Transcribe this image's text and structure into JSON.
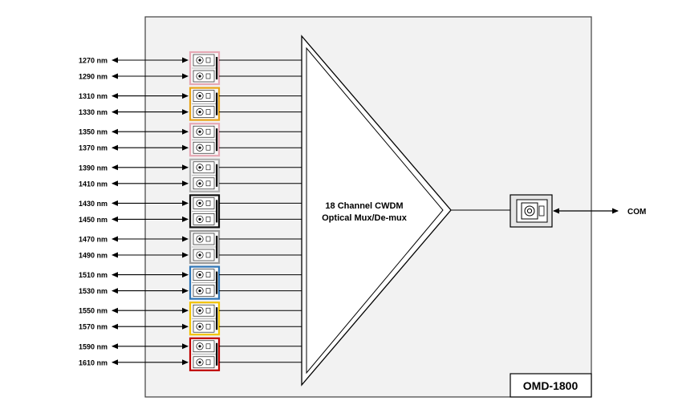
{
  "title": "18 Channel CWDM Optical Mux/De-mux",
  "block_label_line1": "18 Channel CWDM",
  "block_label_line2": "Optical Mux/De-mux",
  "model": "OMD-1800",
  "com_label": "COM",
  "colors": {
    "box_fill": "#f2f2f2",
    "box_stroke": "#404040",
    "line": "#000000"
  },
  "channel_pairs": [
    {
      "top": "1270 nm",
      "bottom": "1290 nm",
      "color": "#e6a8b4"
    },
    {
      "top": "1310 nm",
      "bottom": "1330 nm",
      "color": "#e8a317"
    },
    {
      "top": "1350 nm",
      "bottom": "1370 nm",
      "color": "#e6a8b4"
    },
    {
      "top": "1390 nm",
      "bottom": "1410 nm",
      "color": "#b0b0b0"
    },
    {
      "top": "1430 nm",
      "bottom": "1450 nm",
      "color": "#111111"
    },
    {
      "top": "1470 nm",
      "bottom": "1490 nm",
      "color": "#9a9a9a"
    },
    {
      "top": "1510 nm",
      "bottom": "1530 nm",
      "color": "#2e75b6"
    },
    {
      "top": "1550 nm",
      "bottom": "1570 nm",
      "color": "#f2c200"
    },
    {
      "top": "1590 nm",
      "bottom": "1610 nm",
      "color": "#c00000"
    }
  ]
}
